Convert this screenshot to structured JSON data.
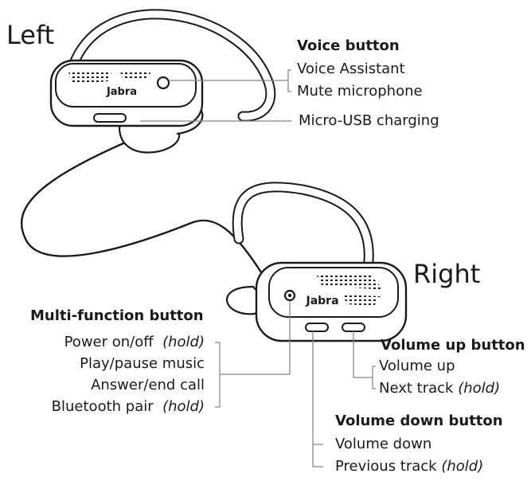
{
  "side_labels": {
    "left": "Left",
    "right": "Right"
  },
  "brand": "Jabra",
  "voice_button": {
    "heading": "Voice button",
    "items": [
      {
        "text": "Voice Assistant",
        "note": ""
      },
      {
        "text": "Mute microphone",
        "note": ""
      }
    ]
  },
  "charging": {
    "label": "Micro-USB charging"
  },
  "multi_function_button": {
    "heading": "Multi-function button",
    "items": [
      {
        "text": "Power on/off",
        "note": "(hold)"
      },
      {
        "text": "Play/pause music",
        "note": ""
      },
      {
        "text": "Answer/end call",
        "note": ""
      },
      {
        "text": "Bluetooth pair",
        "note": "(hold)"
      }
    ]
  },
  "volume_up_button": {
    "heading": "Volume up button",
    "items": [
      {
        "text": "Volume up",
        "note": ""
      },
      {
        "text": "Next track",
        "note": "(hold)"
      }
    ]
  },
  "volume_down_button": {
    "heading": "Volume down button",
    "items": [
      {
        "text": "Volume down",
        "note": ""
      },
      {
        "text": "Previous track",
        "note": "(hold)"
      }
    ]
  },
  "colors": {
    "ink": "#1a1a1a",
    "leader": "#888888",
    "body_fill": "#ffffff"
  }
}
